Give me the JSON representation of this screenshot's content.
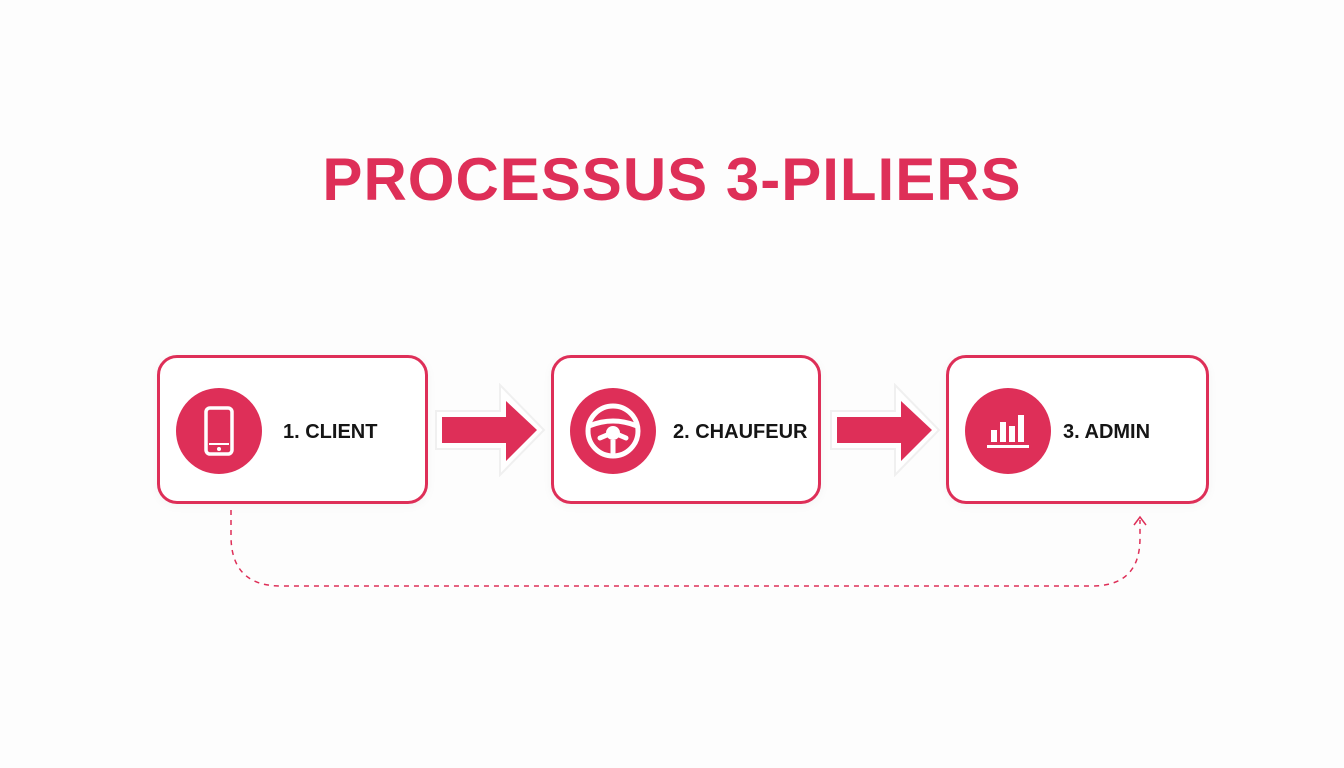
{
  "title": "PROCESSUS 3-PILIERS",
  "colors": {
    "accent": "#de2f58",
    "text": "#151515",
    "background": "#fdfdfd"
  },
  "steps": [
    {
      "label": "1. CLIENT",
      "icon": "smartphone-icon"
    },
    {
      "label": "2. CHAUFEUR",
      "icon": "steering-wheel-icon"
    },
    {
      "label": "3. ADMIN",
      "icon": "bar-chart-icon"
    }
  ],
  "connectors": [
    {
      "from": "1. CLIENT",
      "to": "2. CHAUFEUR",
      "style": "solid-arrow"
    },
    {
      "from": "2. CHAUFEUR",
      "to": "3. ADMIN",
      "style": "solid-arrow"
    },
    {
      "from": "1. CLIENT",
      "to": "3. ADMIN",
      "style": "dashed-arrow"
    }
  ]
}
